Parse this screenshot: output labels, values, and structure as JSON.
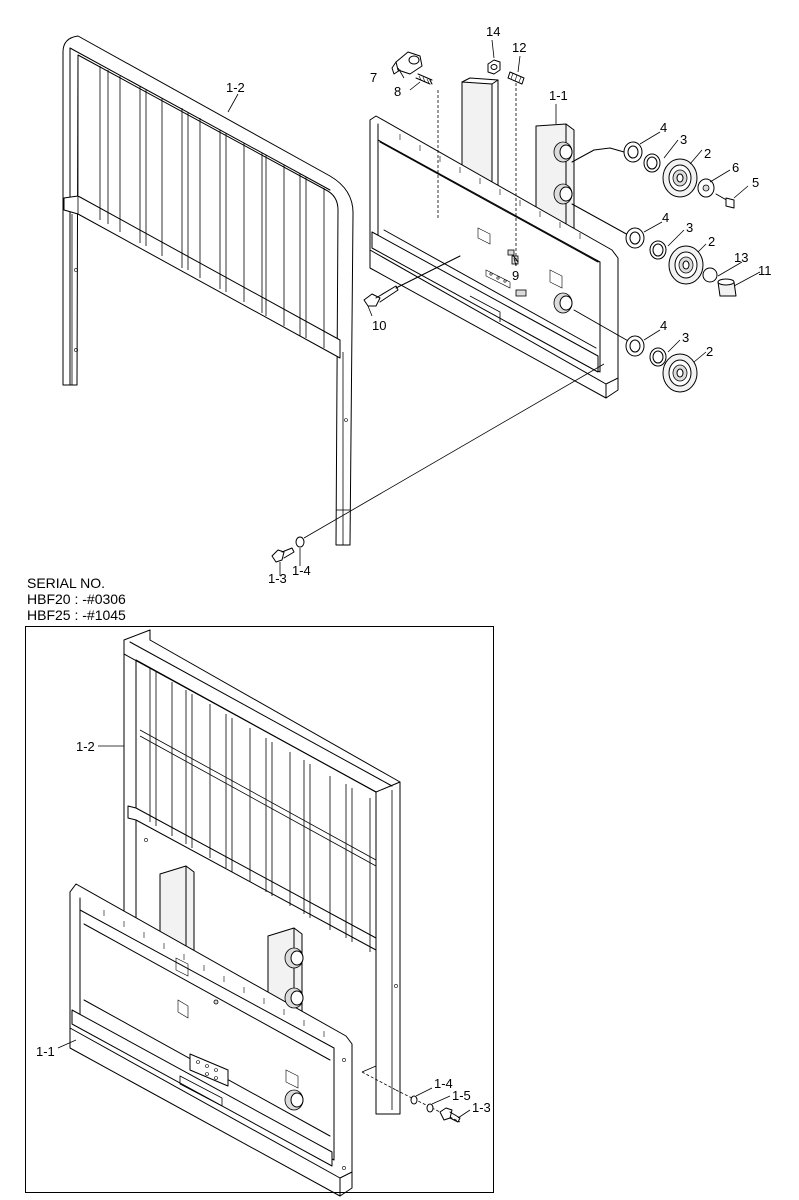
{
  "serial_note": {
    "title": "SERIAL NO.",
    "line1": "HBF20 : -#0306",
    "line2": "HBF25 : -#1045"
  },
  "callouts": {
    "c_1_2": "1-2",
    "c_1_1": "1-1",
    "c_1_3": "1-3",
    "c_1_4": "1-4",
    "c_1_5": "1-5",
    "c_2": "2",
    "c_3": "3",
    "c_4": "4",
    "c_5": "5",
    "c_6": "6",
    "c_7": "7",
    "c_8": "8",
    "c_9": "9",
    "c_10": "10",
    "c_11": "11",
    "c_12": "12",
    "c_13": "13",
    "c_14": "14"
  }
}
